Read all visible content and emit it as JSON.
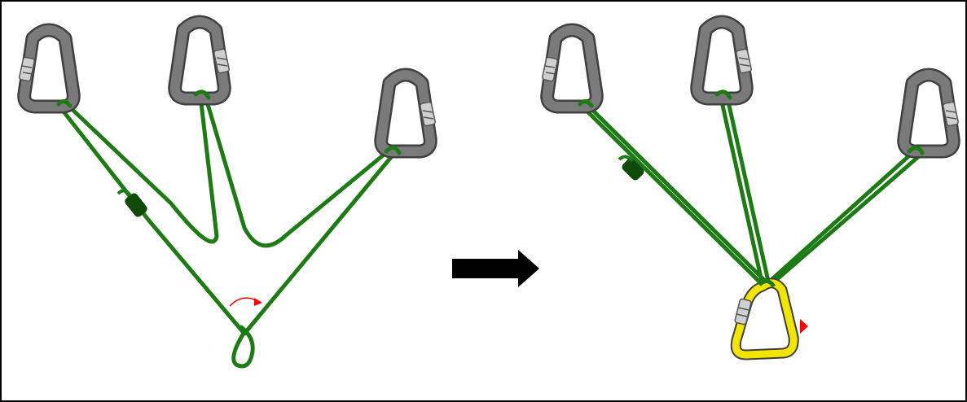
{
  "figure": {
    "before_panel": {
      "anchors": [
        "carabiner-left",
        "carabiner-center",
        "carabiner-right"
      ],
      "rope_color": "#1e7a14",
      "rotation_hint_color": "#ff0000"
    },
    "transition": {
      "icon": "arrow-right-icon",
      "color": "#000000"
    },
    "after_panel": {
      "anchors": [
        "carabiner-left",
        "carabiner-center",
        "carabiner-right"
      ],
      "master_point_carabiner_color": "#f2e600",
      "pointer_color": "#ff0000"
    },
    "colors": {
      "carabiner_fill": "#7a7a7a",
      "carabiner_edge": "#404040",
      "gate": "#c8c8c8",
      "border": "#000000"
    }
  }
}
